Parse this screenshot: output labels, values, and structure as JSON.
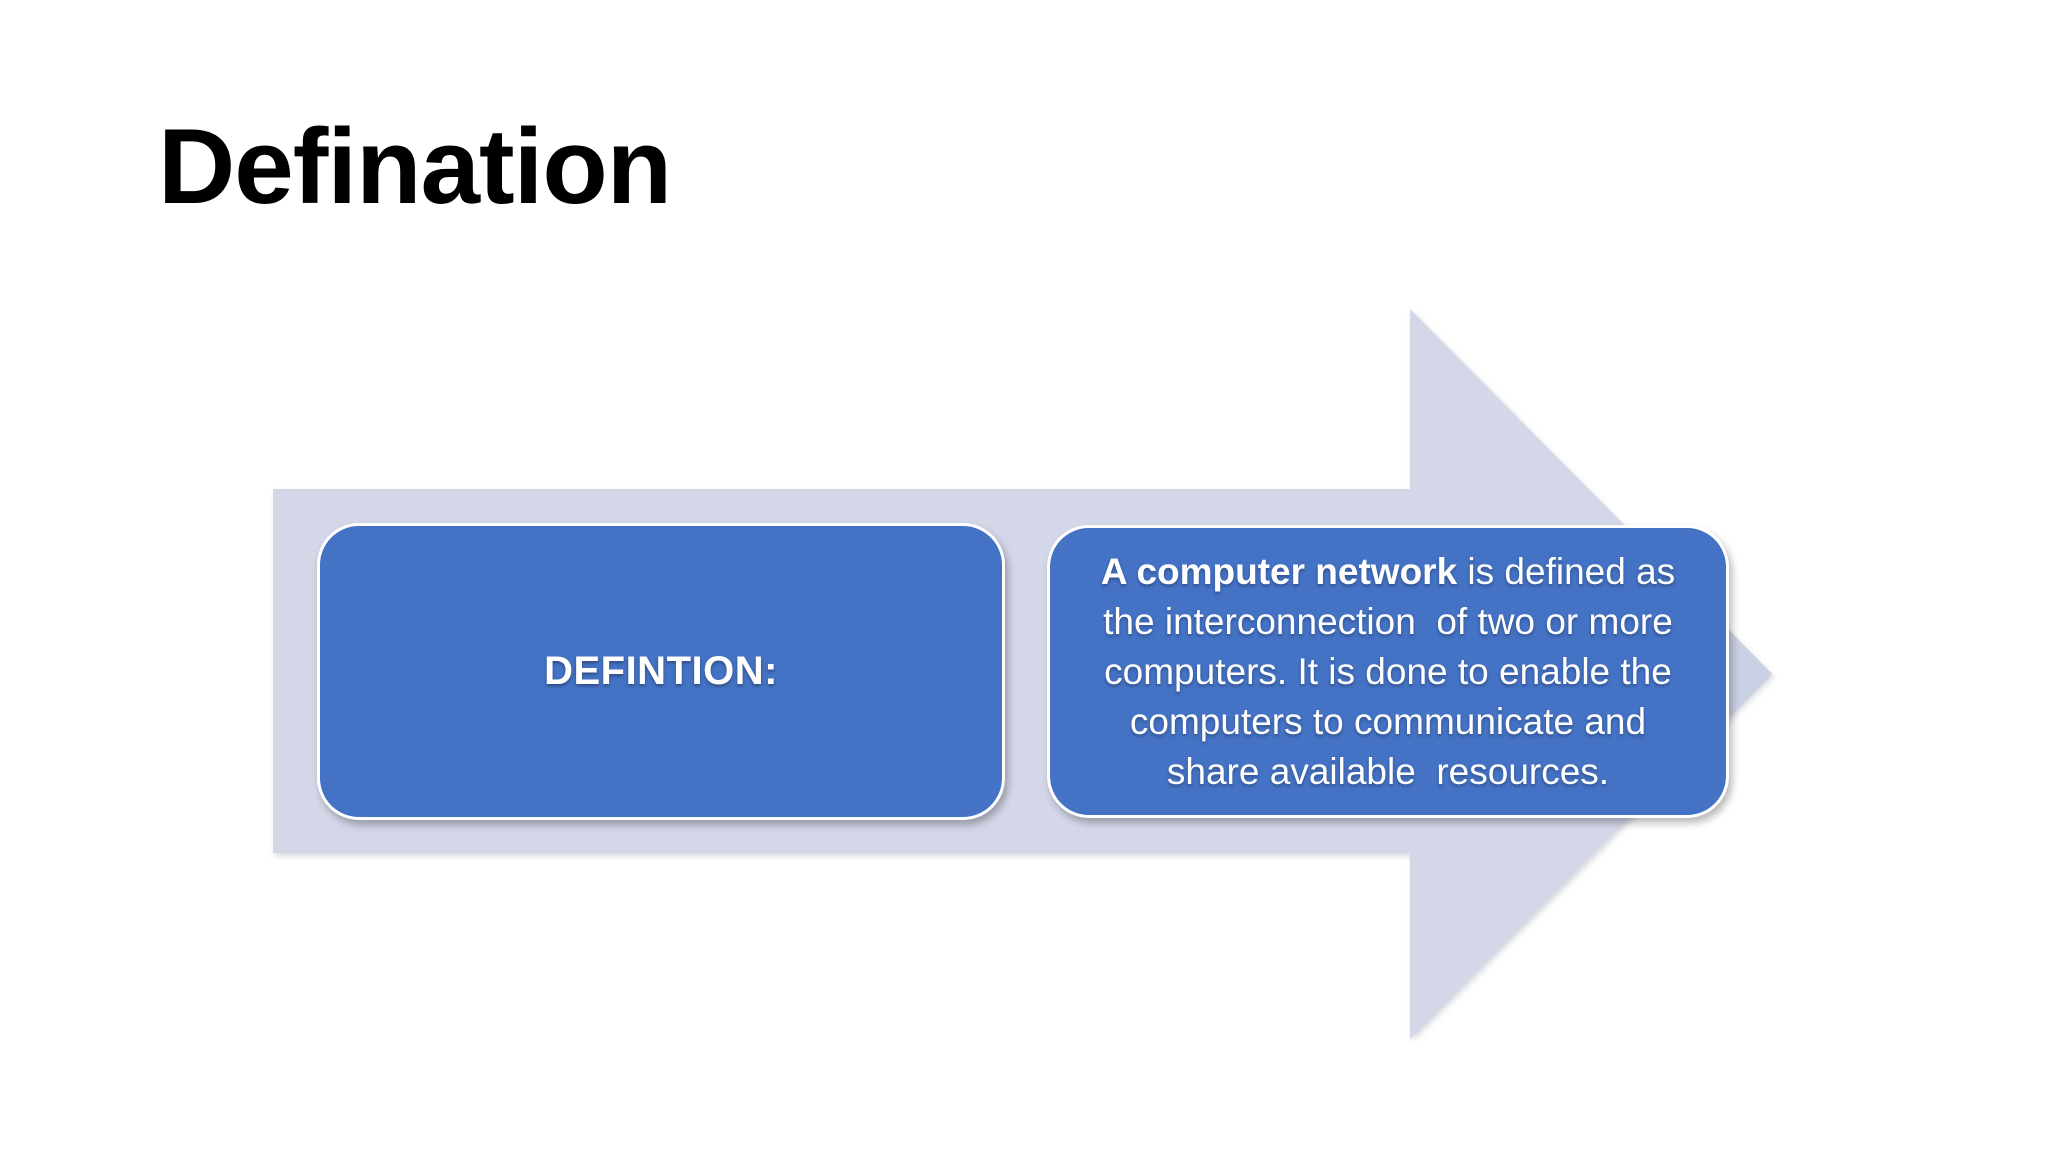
{
  "slide": {
    "title": "Defination",
    "colors": {
      "box_blue": "#4472C4",
      "arrow_lavender": "#D3D7E8",
      "arrow_tip": "#CBD1E4",
      "box_border_white": "#FFFFFF",
      "title_black": "#000000",
      "box_text_white": "#FFFFFF"
    },
    "arrow": {
      "shape": "right-arrow",
      "direction": "right"
    },
    "left_box": {
      "label": "DEFINTION:"
    },
    "right_box": {
      "line1_bold": "A computer network",
      "line1_rest": " is defined as",
      "line2": "the interconnection  of two or more",
      "line3": "computers. It is done to enable the",
      "line4": "computers to communicate and",
      "line5": "share available  resources."
    }
  }
}
